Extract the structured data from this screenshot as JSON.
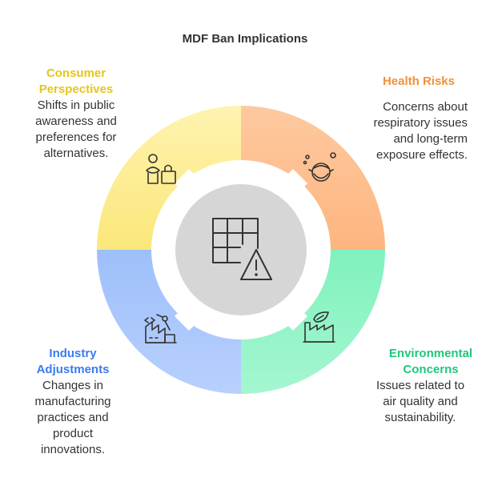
{
  "title": "MDF Ban Implications",
  "colors": {
    "consumer": "#fbe77a",
    "health": "#fdb57f",
    "industry": "#9dbffb",
    "environmental": "#7ff2bd",
    "consumer_text": "#e6c619",
    "health_text": "#f0913b",
    "industry_text": "#3a7bf0",
    "environmental_text": "#1fc77a",
    "hub": "#d6d6d6",
    "outline": "#333333"
  },
  "segments": {
    "consumer": {
      "title": "Consumer Perspectives",
      "title_lines": [
        "Consumer",
        "Perspectives"
      ],
      "description_lines": [
        "Shifts in public",
        "awareness and",
        "preferences for",
        "alternatives."
      ],
      "icon": "person-shopping-bag-icon"
    },
    "health": {
      "title": "Health Risks",
      "description_lines": [
        "Concerns about",
        "respiratory issues",
        "and long-term",
        "exposure effects."
      ],
      "icon": "face-mask-icon"
    },
    "industry": {
      "title": "Industry Adjustments",
      "title_lines": [
        "Industry",
        "Adjustments"
      ],
      "description_lines": [
        "Changes in",
        "manufacturing",
        "practices and",
        "product",
        "innovations."
      ],
      "icon": "factory-robot-arm-icon"
    },
    "environmental": {
      "title": "Environmental Concerns",
      "title_lines": [
        "Environmental",
        "Concerns"
      ],
      "description_lines": [
        "Issues related to",
        "air quality and",
        "sustainability."
      ],
      "icon": "eco-factory-leaf-icon"
    }
  },
  "center": {
    "icon": "panel-grid-warning-icon"
  }
}
